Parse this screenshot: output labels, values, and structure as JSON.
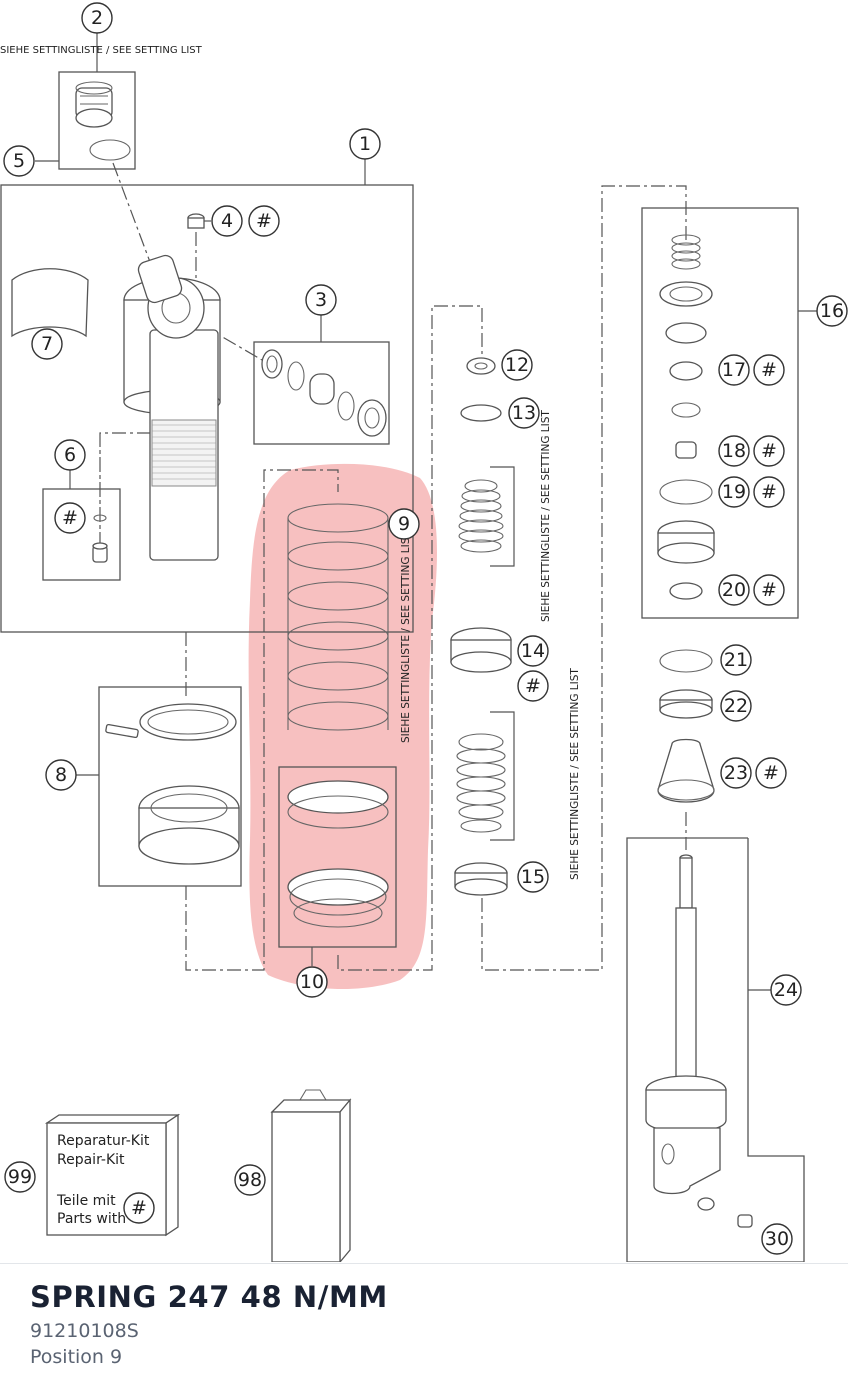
{
  "diagram": {
    "setting_note_top": "SIEHE SETTINGLISTE / SEE SETTING LIST",
    "setting_note_spring": "SIEHE SETTINGLISTE / SEE SETTING LIST",
    "setting_note_stack_upper": "SIEHE SETTINGLISTE / SEE SETTING LIST",
    "setting_note_stack_lower": "SIEHE SETTINGLISTE / SEE SETTING LIST",
    "kit_line1": "Reparatur-Kit",
    "kit_line2": "Repair-Kit",
    "kit_line3": "Teile mit",
    "kit_line4": "Parts with",
    "kit_hash": "#",
    "highlight_color": "#f29a9a",
    "callouts": {
      "c1": "1",
      "c2": "2",
      "c3": "3",
      "c4": "4",
      "c5": "5",
      "c6": "6",
      "c7": "7",
      "c8": "8",
      "c9": "9",
      "c10": "10",
      "c12": "12",
      "c13": "13",
      "c14": "14",
      "c15": "15",
      "c16": "16",
      "c17": "17",
      "c18": "18",
      "c19": "19",
      "c20": "20",
      "c21": "21",
      "c22": "22",
      "c23": "23",
      "c24": "24",
      "c30": "30",
      "c98": "98",
      "c99": "99",
      "hash": "#"
    }
  },
  "footer": {
    "title": "SPRING 247 48 N/MM",
    "part_number": "91210108S",
    "position": "Position 9"
  }
}
